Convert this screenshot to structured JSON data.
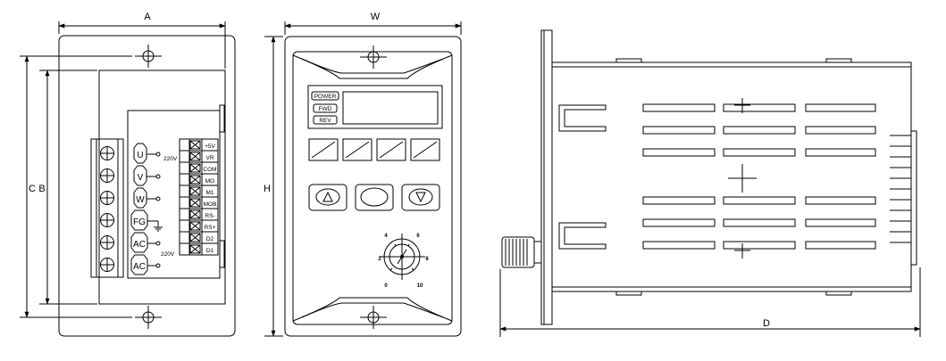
{
  "dimensions": {
    "a": "A",
    "b": "B",
    "c": "C",
    "w": "W",
    "h": "H",
    "d": "D"
  },
  "terminal_block": {
    "motor_terminals": [
      "U",
      "V",
      "W",
      "FG",
      "AC",
      "AC"
    ],
    "voltage_labels": [
      "220V",
      "220V"
    ],
    "control_terminals": [
      "+5V",
      "VR",
      "COM",
      "MO",
      "M1",
      "MOB",
      "RS-",
      "RS+",
      "D2",
      "D1"
    ]
  },
  "front_panel": {
    "indicators": [
      "POWER",
      "FWD",
      "REV"
    ],
    "dial_scale": [
      "0",
      "2",
      "4",
      "6",
      "8",
      "10"
    ]
  }
}
